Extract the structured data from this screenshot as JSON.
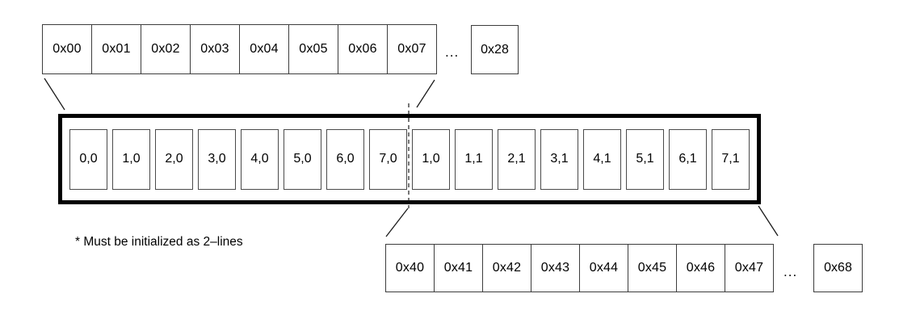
{
  "top_row": {
    "cells": [
      "0x00",
      "0x01",
      "0x02",
      "0x03",
      "0x04",
      "0x05",
      "0x06",
      "0x07"
    ],
    "ellipsis": "...",
    "far_cell": "0x28"
  },
  "cache_line": {
    "cells": [
      "0,0",
      "1,0",
      "2,0",
      "3,0",
      "4,0",
      "5,0",
      "6,0",
      "7,0",
      "1,0",
      "1,1",
      "2,1",
      "3,1",
      "4,1",
      "5,1",
      "6,1",
      "7,1"
    ]
  },
  "bottom_row": {
    "cells": [
      "0x40",
      "0x41",
      "0x42",
      "0x43",
      "0x44",
      "0x45",
      "0x46",
      "0x47"
    ],
    "ellipsis": "...",
    "far_cell": "0x68"
  },
  "footnote": "* Must be initialized as 2–lines",
  "colors": {
    "background": "#ffffff",
    "text": "#000000",
    "thick_border": "#000000",
    "thin_border": "#3d3d3d"
  }
}
